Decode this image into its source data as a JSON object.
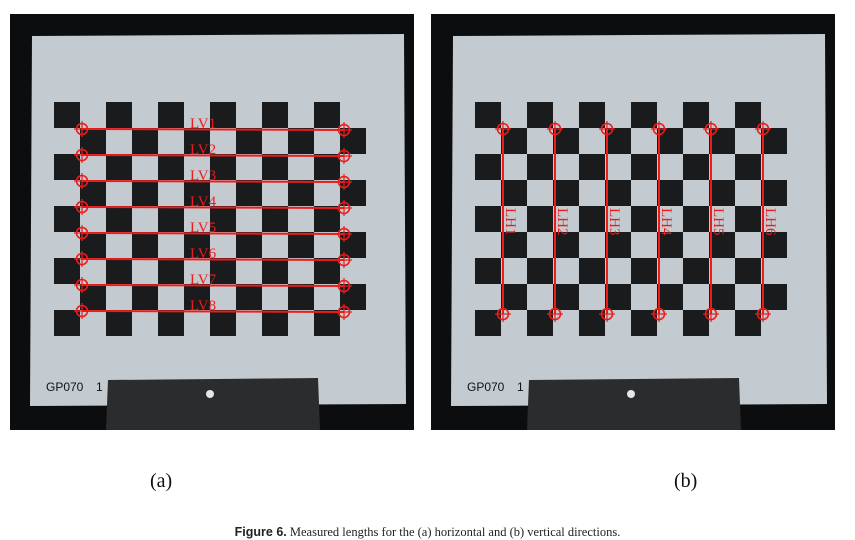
{
  "figure": {
    "panel_a": {
      "label_tag": "GP070",
      "label_tag_suffix": "1",
      "measurements": [
        "LV1",
        "LV2",
        "LV3",
        "LV4",
        "LV5",
        "LV6",
        "LV7",
        "LV8"
      ]
    },
    "panel_b": {
      "label_tag": "GP070",
      "label_tag_suffix": "1",
      "measurements": [
        "LH1",
        "LH2",
        "LH3",
        "LH4",
        "LH5",
        "LH6"
      ]
    },
    "subfigure_labels": [
      "(a)",
      "(b)"
    ],
    "caption": {
      "number": "Figure 6.",
      "text": "Measured lengths for the (a) horizontal and (b) vertical directions."
    },
    "colors": {
      "board": "#c4cbd0",
      "square": "#1a1b1d",
      "annotation": "#ee1b1b",
      "background": "#0c0d0f",
      "holder": "#2b2c2e"
    }
  }
}
